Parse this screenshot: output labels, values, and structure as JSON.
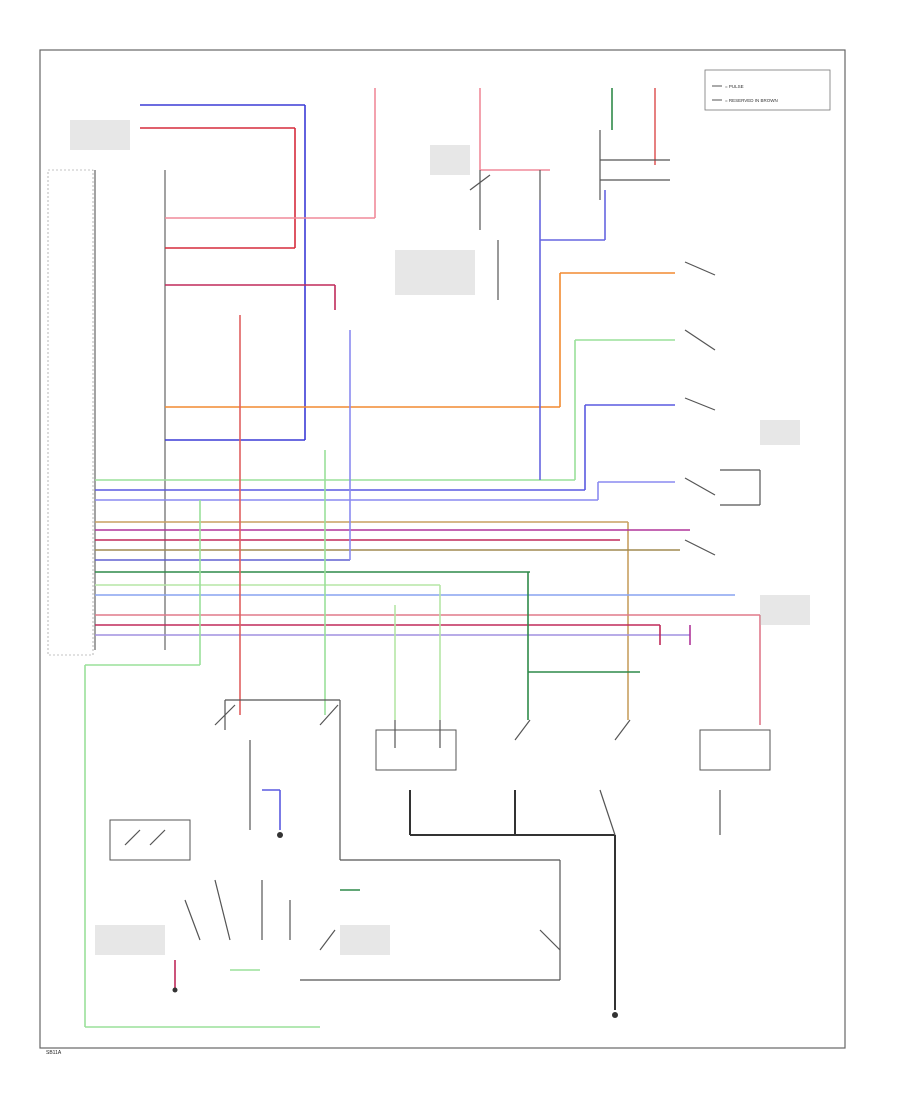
{
  "legend": {
    "item1": "= PULSE",
    "item2": "= RESERVED IN BROWN"
  },
  "footer_code": "SB11A"
}
